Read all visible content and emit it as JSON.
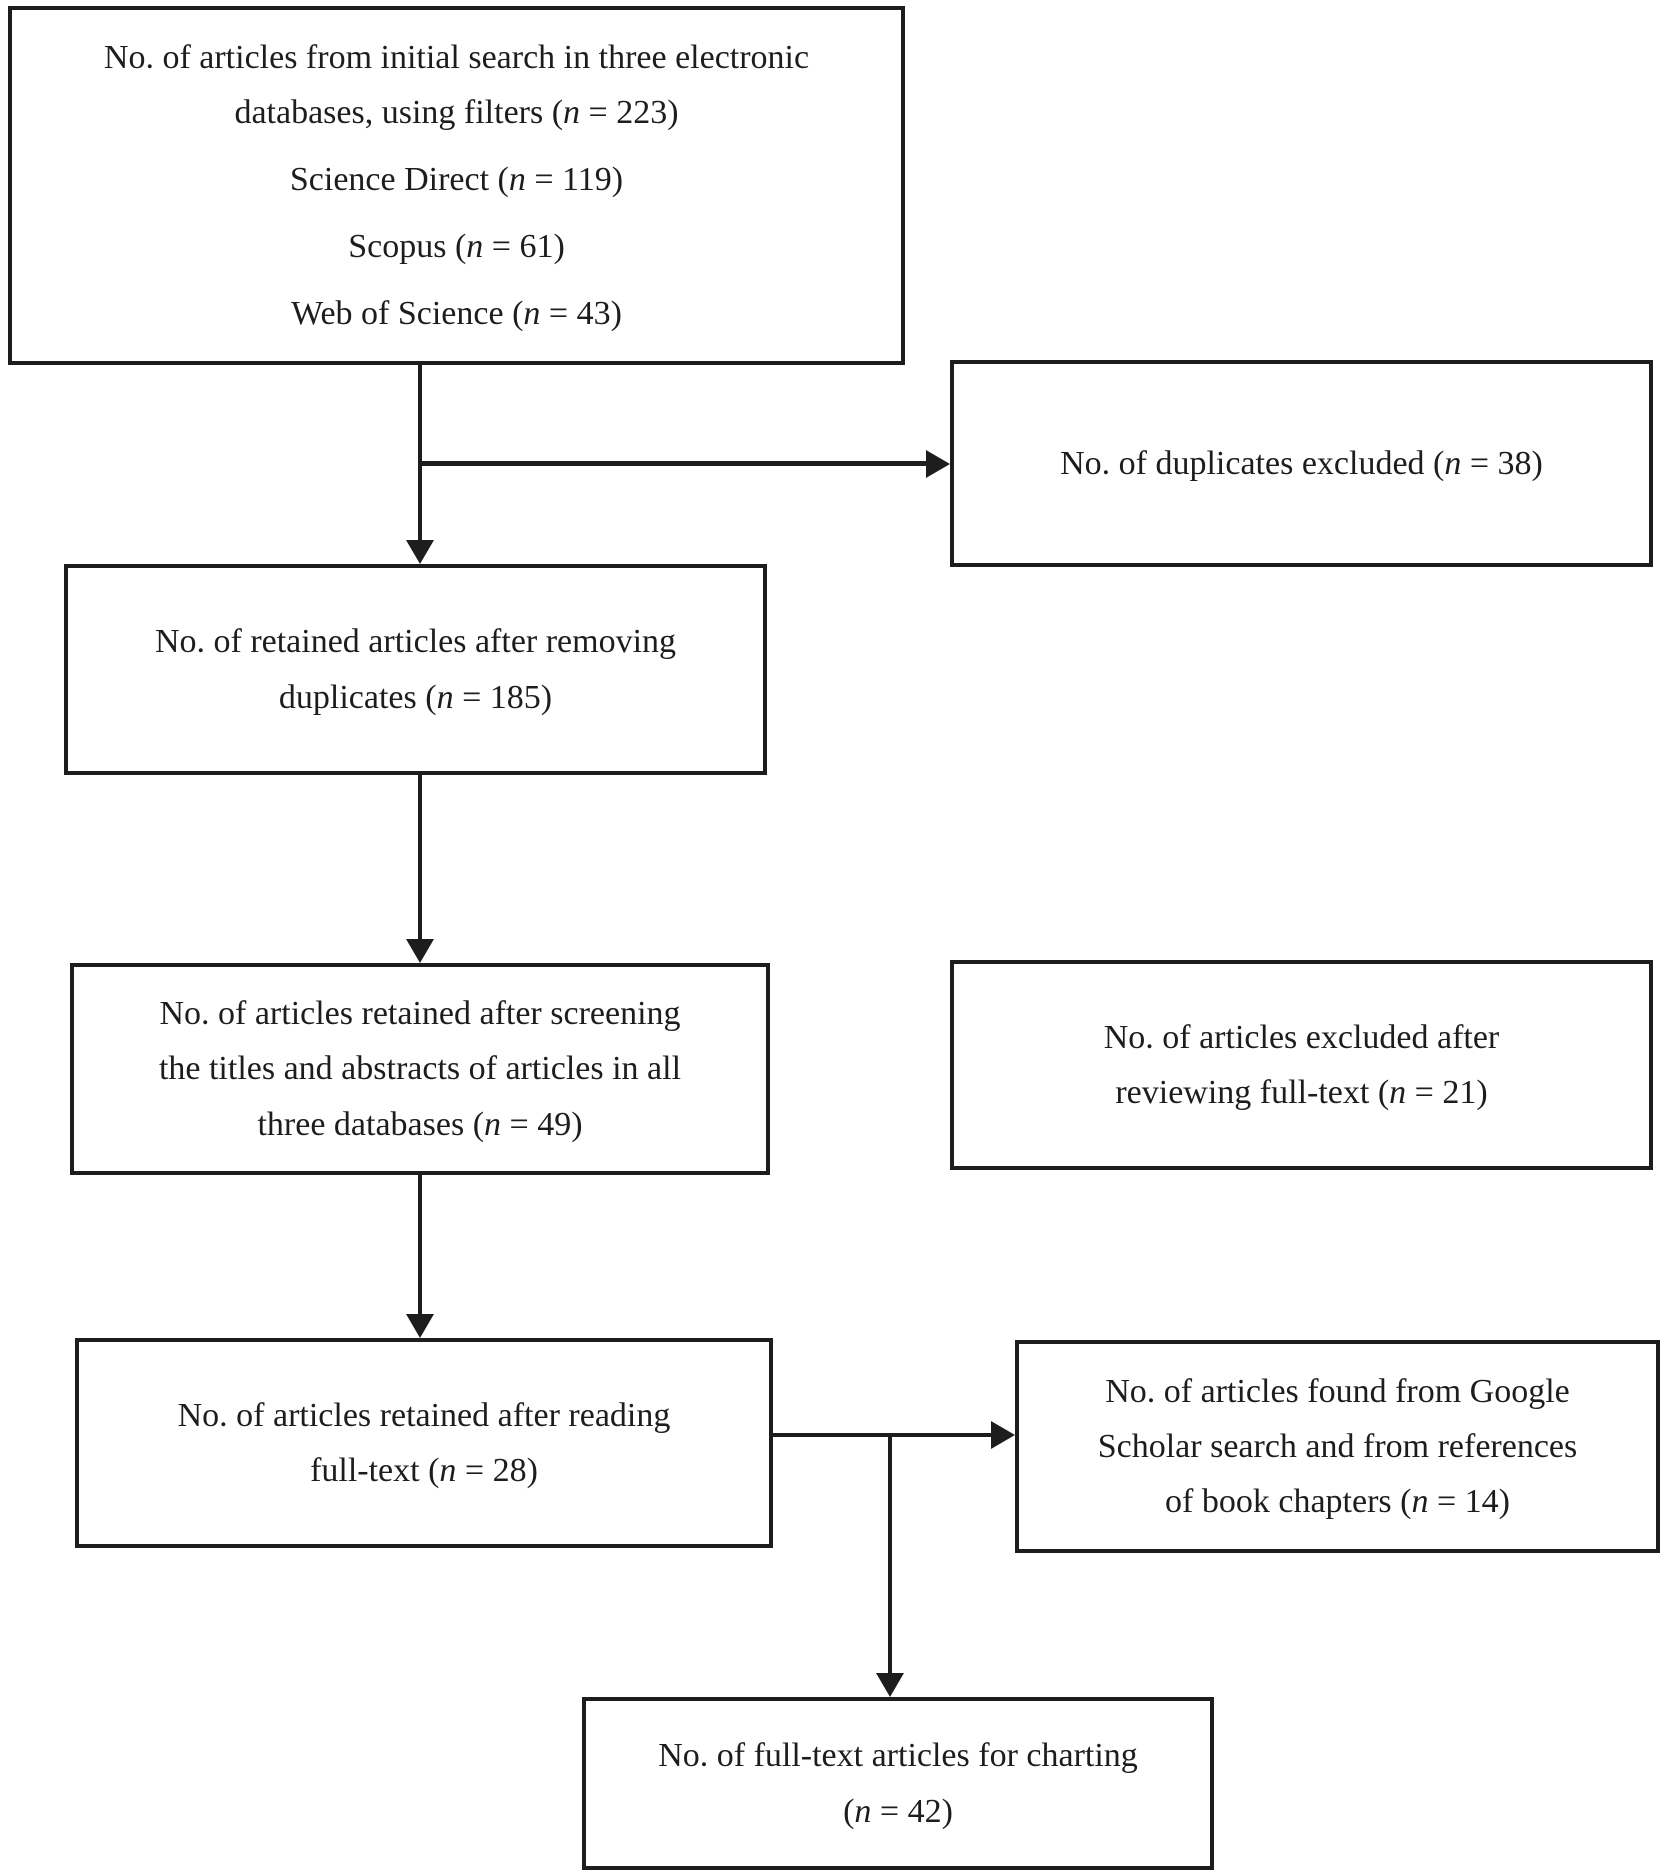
{
  "diagram": {
    "colors": {
      "line": "#1d1d1d",
      "background": "#ffffff",
      "text": "#1d1d1d"
    },
    "boxes": {
      "initial_search": {
        "title_line1": "No. of articles from initial search in three electronic",
        "title_line2": "databases, using filters (n = 223)",
        "sources": [
          "Science Direct (n = 119)",
          "Scopus (n = 61)",
          "Web of Science (n = 43)"
        ]
      },
      "duplicates_excluded": {
        "lines": [
          "No. of duplicates excluded (n = 38)"
        ]
      },
      "retained_after_duplicates": {
        "lines": [
          "No. of retained articles after removing",
          "duplicates (n = 185)"
        ]
      },
      "retained_after_screening": {
        "lines": [
          "No. of articles retained after screening",
          "the titles and abstracts of articles in all",
          "three databases (n = 49)"
        ]
      },
      "excluded_after_fulltext": {
        "lines": [
          "No. of articles excluded after",
          "reviewing full-text (n = 21)"
        ]
      },
      "retained_after_reading": {
        "lines": [
          "No. of articles retained after reading",
          "full-text (n = 28)"
        ]
      },
      "google_scholar": {
        "lines": [
          "No. of articles found from Google",
          "Scholar search and from references",
          "of book chapters (n = 14)"
        ]
      },
      "fulltext_charting": {
        "lines": [
          "No. of full-text articles for charting",
          "(n = 42)"
        ]
      }
    }
  }
}
